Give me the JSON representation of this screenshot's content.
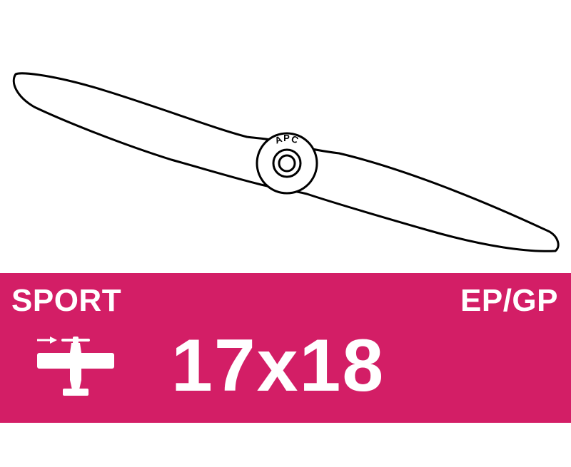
{
  "product": {
    "brand_mark": "APC",
    "category": "SPORT",
    "fuel_type": "EP/GP",
    "size": "17x18"
  },
  "colors": {
    "banner": "#d31e66",
    "outline": "#000000",
    "text": "#ffffff"
  },
  "icons": {
    "propeller": "propeller-illustration",
    "airplane": "airplane-icon"
  }
}
